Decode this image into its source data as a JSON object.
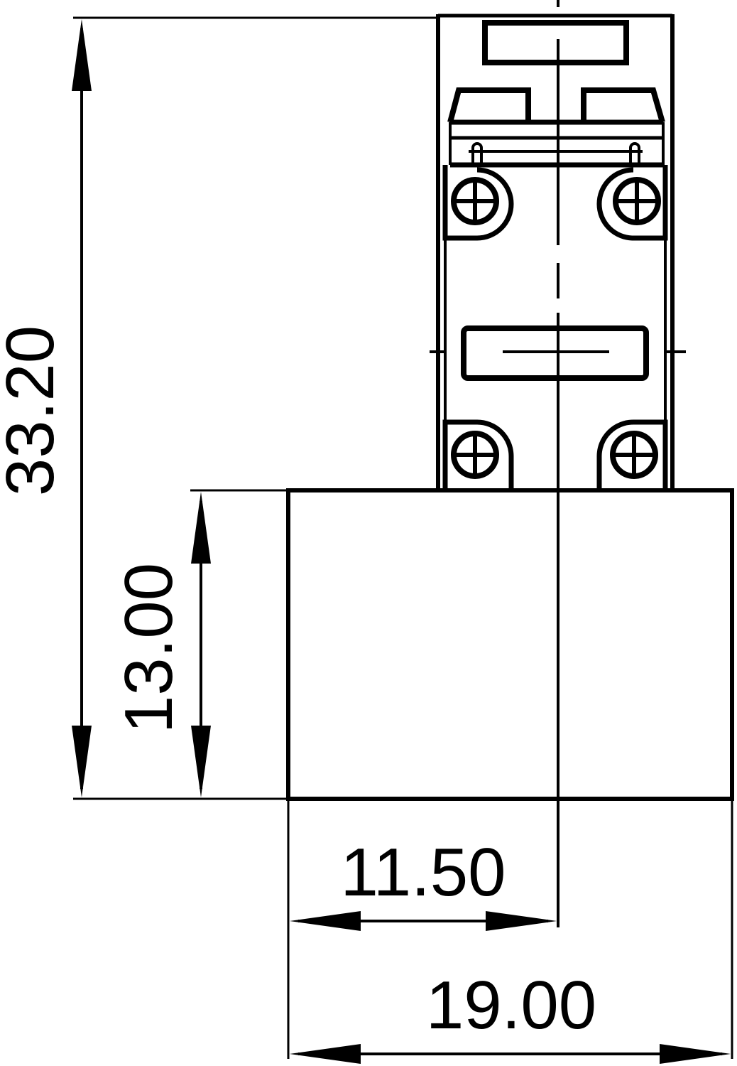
{
  "drawing": {
    "stroke_color": "#000000",
    "background_color": "#ffffff"
  },
  "dimensions": {
    "total_height": "33.20",
    "base_height": "13.00",
    "half_width": "11.50",
    "total_width": "19.00"
  }
}
